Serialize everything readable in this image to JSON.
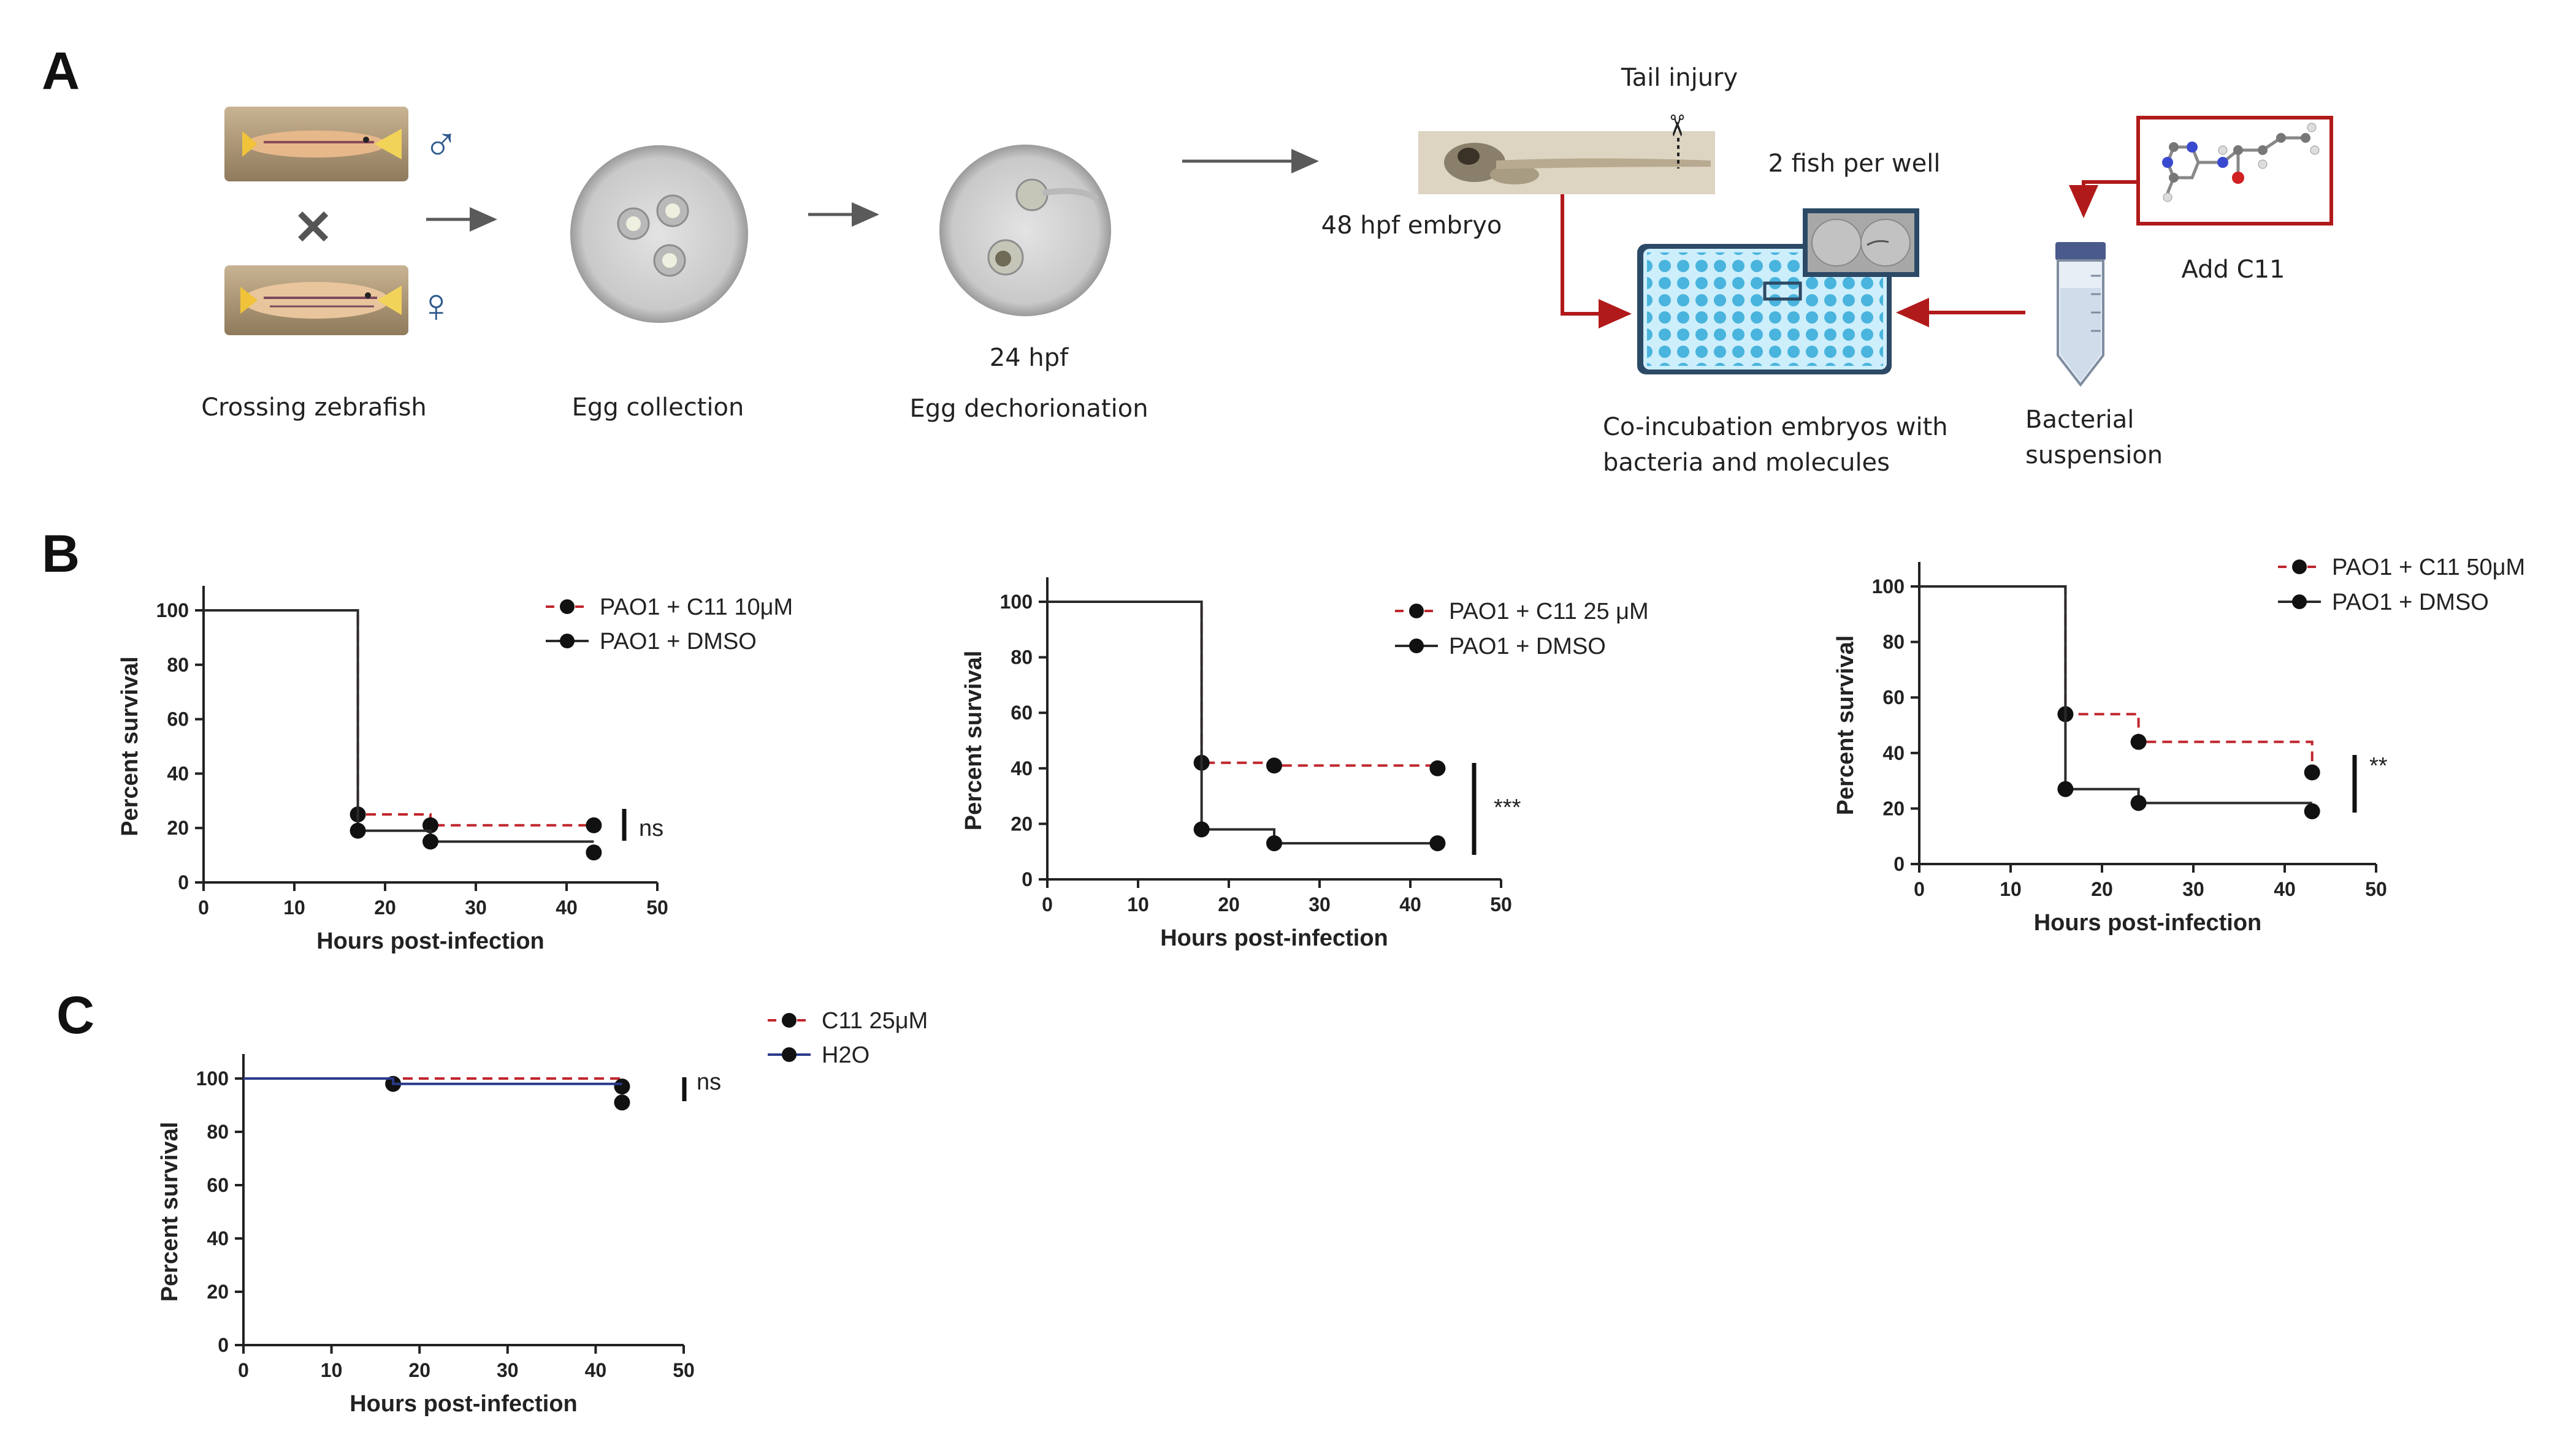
{
  "panels": {
    "A": {
      "letter": "A",
      "male_symbol": "♂",
      "cross_symbol": "✕",
      "female_symbol": "♀",
      "crossing_label": "Crossing zebrafish",
      "egg_collection_label": "Egg collection",
      "hpf_label": "24 hpf",
      "dechorionation_label": "Egg dechorionation",
      "tail_injury_label": "Tail injury",
      "scissors_symbol": "✂",
      "embryo_label": "48 hpf embryo",
      "fish_per_well_label": "2 fish per well",
      "add_c11_label": "Add C11",
      "coincubation_line1": "Co-incubation embryos with",
      "coincubation_line2": "bacteria and molecules",
      "bacterial_line1": "Bacterial",
      "bacterial_line2": "suspension",
      "arrow_color": "#5a5a5a",
      "red_color": "#b11a1a",
      "plate_color": "#9ad6ef",
      "plate_border": "#2c4a66"
    },
    "B": {
      "letter": "B"
    },
    "C": {
      "letter": "C"
    }
  },
  "chart_data": [
    {
      "type": "line",
      "panel": "B",
      "title": "",
      "xlabel": "Hours post-infection",
      "ylabel": "Percent survival",
      "xlim": [
        0,
        50
      ],
      "ylim": [
        0,
        100
      ],
      "xticks": [
        0,
        10,
        20,
        30,
        40,
        50
      ],
      "yticks": [
        0,
        20,
        40,
        60,
        80,
        100
      ],
      "significance": "ns",
      "series": [
        {
          "name": "PAO1 + C11 10μM",
          "style": "dashed",
          "color": "#c0262d",
          "step": [
            [
              0,
              100
            ],
            [
              17,
              25
            ],
            [
              25,
              21
            ],
            [
              43,
              21
            ]
          ],
          "points": [
            [
              17,
              25
            ],
            [
              25,
              21
            ],
            [
              43,
              21
            ]
          ]
        },
        {
          "name": "PAO1 + DMSO",
          "style": "solid",
          "color": "#2b2b2b",
          "step": [
            [
              0,
              100
            ],
            [
              17,
              19
            ],
            [
              25,
              15
            ],
            [
              43,
              15
            ]
          ],
          "points": [
            [
              17,
              19
            ],
            [
              25,
              15
            ],
            [
              43,
              11
            ]
          ]
        }
      ]
    },
    {
      "type": "line",
      "panel": "B",
      "title": "",
      "xlabel": "Hours post-infection",
      "ylabel": "Percent survival",
      "xlim": [
        0,
        50
      ],
      "ylim": [
        0,
        100
      ],
      "xticks": [
        0,
        10,
        20,
        30,
        40,
        50
      ],
      "yticks": [
        0,
        20,
        40,
        60,
        80,
        100
      ],
      "significance": "***",
      "series": [
        {
          "name": "PAO1 + C11 25 μM",
          "style": "dashed",
          "color": "#c0262d",
          "step": [
            [
              0,
              100
            ],
            [
              17,
              42
            ],
            [
              25,
              41
            ],
            [
              43,
              41
            ]
          ],
          "points": [
            [
              17,
              42
            ],
            [
              25,
              41
            ],
            [
              43,
              40
            ]
          ]
        },
        {
          "name": "PAO1 + DMSO",
          "style": "solid",
          "color": "#2b2b2b",
          "step": [
            [
              0,
              100
            ],
            [
              17,
              18
            ],
            [
              25,
              13
            ],
            [
              43,
              13
            ]
          ],
          "points": [
            [
              17,
              18
            ],
            [
              25,
              13
            ],
            [
              43,
              13
            ]
          ]
        }
      ]
    },
    {
      "type": "line",
      "panel": "B",
      "title": "",
      "xlabel": "Hours post-infection",
      "ylabel": "Percent survival",
      "xlim": [
        0,
        50
      ],
      "ylim": [
        0,
        100
      ],
      "xticks": [
        0,
        10,
        20,
        30,
        40,
        50
      ],
      "yticks": [
        0,
        20,
        40,
        60,
        80,
        100
      ],
      "significance": "**",
      "series": [
        {
          "name": "PAO1 + C11 50μM",
          "style": "dashed",
          "color": "#c0262d",
          "step": [
            [
              0,
              100
            ],
            [
              16,
              54
            ],
            [
              24,
              44
            ],
            [
              43,
              44
            ],
            [
              43,
              33
            ]
          ],
          "points": [
            [
              16,
              54
            ],
            [
              24,
              44
            ],
            [
              43,
              33
            ]
          ]
        },
        {
          "name": "PAO1 + DMSO",
          "style": "solid",
          "color": "#2b2b2b",
          "step": [
            [
              0,
              100
            ],
            [
              16,
              27
            ],
            [
              24,
              22
            ],
            [
              43,
              22
            ]
          ],
          "points": [
            [
              16,
              27
            ],
            [
              24,
              22
            ],
            [
              43,
              19
            ]
          ]
        }
      ]
    },
    {
      "type": "line",
      "panel": "C",
      "title": "",
      "xlabel": "Hours post-infection",
      "ylabel": "Percent survival",
      "xlim": [
        0,
        50
      ],
      "ylim": [
        0,
        100
      ],
      "xticks": [
        0,
        10,
        20,
        30,
        40,
        50
      ],
      "yticks": [
        0,
        20,
        40,
        60,
        80,
        100
      ],
      "significance": "ns",
      "series": [
        {
          "name": "C11 25μM",
          "style": "dashed",
          "color": "#c0262d",
          "step": [
            [
              0,
              100
            ],
            [
              43,
              100
            ]
          ],
          "points": [
            [
              17,
              98
            ],
            [
              43,
              97
            ]
          ]
        },
        {
          "name": "H2O",
          "style": "solid",
          "color": "#2a3a8a",
          "step": [
            [
              0,
              100
            ],
            [
              17,
              98
            ],
            [
              43,
              98
            ]
          ],
          "points": [
            [
              43,
              91
            ]
          ]
        }
      ]
    }
  ]
}
